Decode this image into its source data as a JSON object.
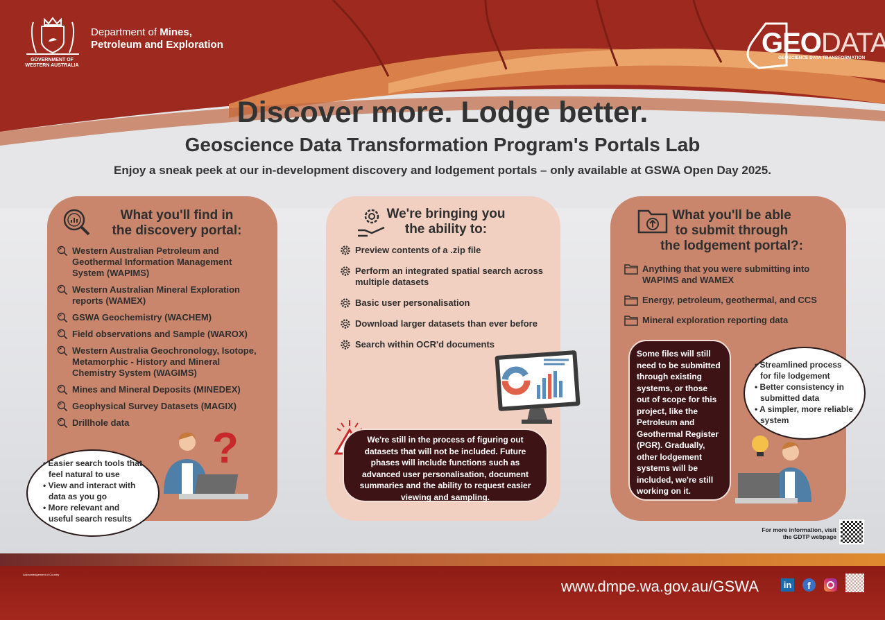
{
  "header": {
    "government": "GOVERNMENT OF WESTERN AUSTRALIA",
    "department_prefix": "Department of ",
    "department_bold1": "Mines,",
    "department_line2": "Petroleum and Exploration",
    "geodata_logo": {
      "geo": "GEO",
      "data": "DATA",
      "sub": "GEOSCIENCE DATA TRANSFORMATION"
    }
  },
  "hero": {
    "title": "Discover more. Lodge better.",
    "subtitle": "Geoscience Data Transformation Program's Portals Lab",
    "tagline": "Enjoy a sneak peek at our in-development discovery and lodgement portals – only available at GSWA Open Day 2025."
  },
  "discovery": {
    "heading1": "What you'll find in",
    "heading2": "the discovery portal:",
    "items": [
      "Western Australian Petroleum and Geothermal Information Management System (WAPIMS)",
      "Western Australian Mineral Exploration reports (WAMEX)",
      "GSWA Geochemistry (WACHEM)",
      "Field observations and Sample (WAROX)",
      "Western Australia Geochronology, Isotope, Metamorphic - History and Mineral Chemistry System (WAGIMS)",
      "Mines and Mineral Deposits (MINEDEX)",
      "Geophysical Survey Datasets (MAGIX)",
      "Drillhole data"
    ],
    "benefits": [
      "Easier search tools that feel natural to use",
      "View and interact with data as you go",
      "More relevant and useful search results"
    ]
  },
  "bringing": {
    "heading1": "We're bringing you",
    "heading2": "the ability to:",
    "items": [
      "Preview contents of a .zip file",
      "Perform an integrated spatial search across multiple datasets",
      "Basic user personalisation",
      "Download larger datasets than ever before",
      "Search within OCR'd documents"
    ],
    "warning": "We're still in the process of figuring out datasets that will not be included. Future phases will include functions such as advanced user personalisation, document summaries and the ability to request easier viewing and sampling."
  },
  "lodgement": {
    "heading1": "What you'll be able",
    "heading2": "to submit through",
    "heading3": "the lodgement portal?:",
    "items": [
      "Anything that you were submitting into WAPIMS and WAMEX",
      "Energy, petroleum, geothermal, and CCS",
      "Mineral exploration reporting data"
    ],
    "note": "Some files will still need to be submitted through existing systems, or those out of scope for this project, like the Petroleum and Geothermal Register (PGR). Gradually, other lodgement systems will be included, we're still working on it.",
    "benefits": [
      "Streamlined process for file lodgement",
      "Better consistency in submitted data",
      "A simpler, more reliable system"
    ]
  },
  "more_info": {
    "line1": "For more information, visit",
    "line2": "the GDTP webpage"
  },
  "footer": {
    "url": "www.dmpe.wa.gov.au/GSWA",
    "social": [
      "linkedin-icon",
      "facebook-icon",
      "instagram-icon"
    ],
    "acknowledgement_title": "Acknowledgement of Country"
  },
  "colors": {
    "header_red": "#9e2a1f",
    "card": "#c9866d",
    "card_light": "#f1cfc1",
    "dark_box": "#3d1316",
    "orange": "#e08a30"
  }
}
